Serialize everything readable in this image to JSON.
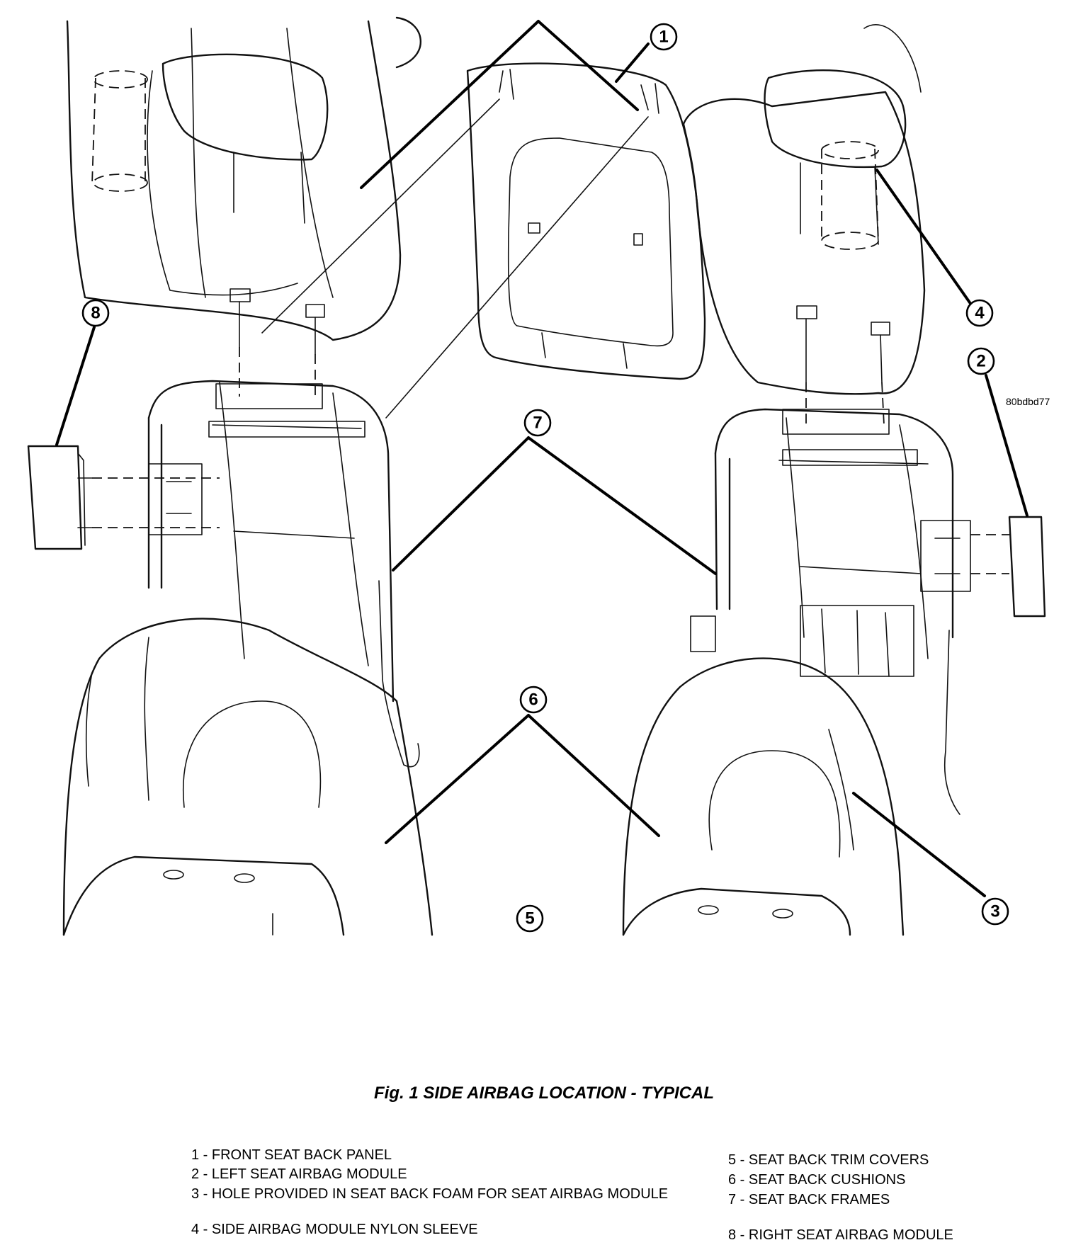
{
  "figure": {
    "code": "80bdbd77",
    "caption": "Fig. 1 SIDE AIRBAG LOCATION - TYPICAL"
  },
  "callouts": [
    "1",
    "2",
    "3",
    "4",
    "5",
    "6",
    "7",
    "8"
  ],
  "legend": [
    {
      "text": "1 - FRONT SEAT BACK PANEL"
    },
    {
      "text": "2 - LEFT SEAT AIRBAG MODULE"
    },
    {
      "text": "3 - HOLE PROVIDED IN SEAT BACK FOAM FOR SEAT AIRBAG MODULE"
    },
    {
      "text": "4 - SIDE AIRBAG MODULE NYLON SLEEVE"
    },
    {
      "text": "5 - SEAT BACK TRIM COVERS"
    },
    {
      "text": "6 - SEAT BACK CUSHIONS"
    },
    {
      "text": "7 - SEAT BACK FRAMES"
    },
    {
      "text": "8 - RIGHT SEAT AIRBAG MODULE"
    }
  ],
  "colors": {
    "ink": "#000000",
    "paper": "#ffffff"
  }
}
